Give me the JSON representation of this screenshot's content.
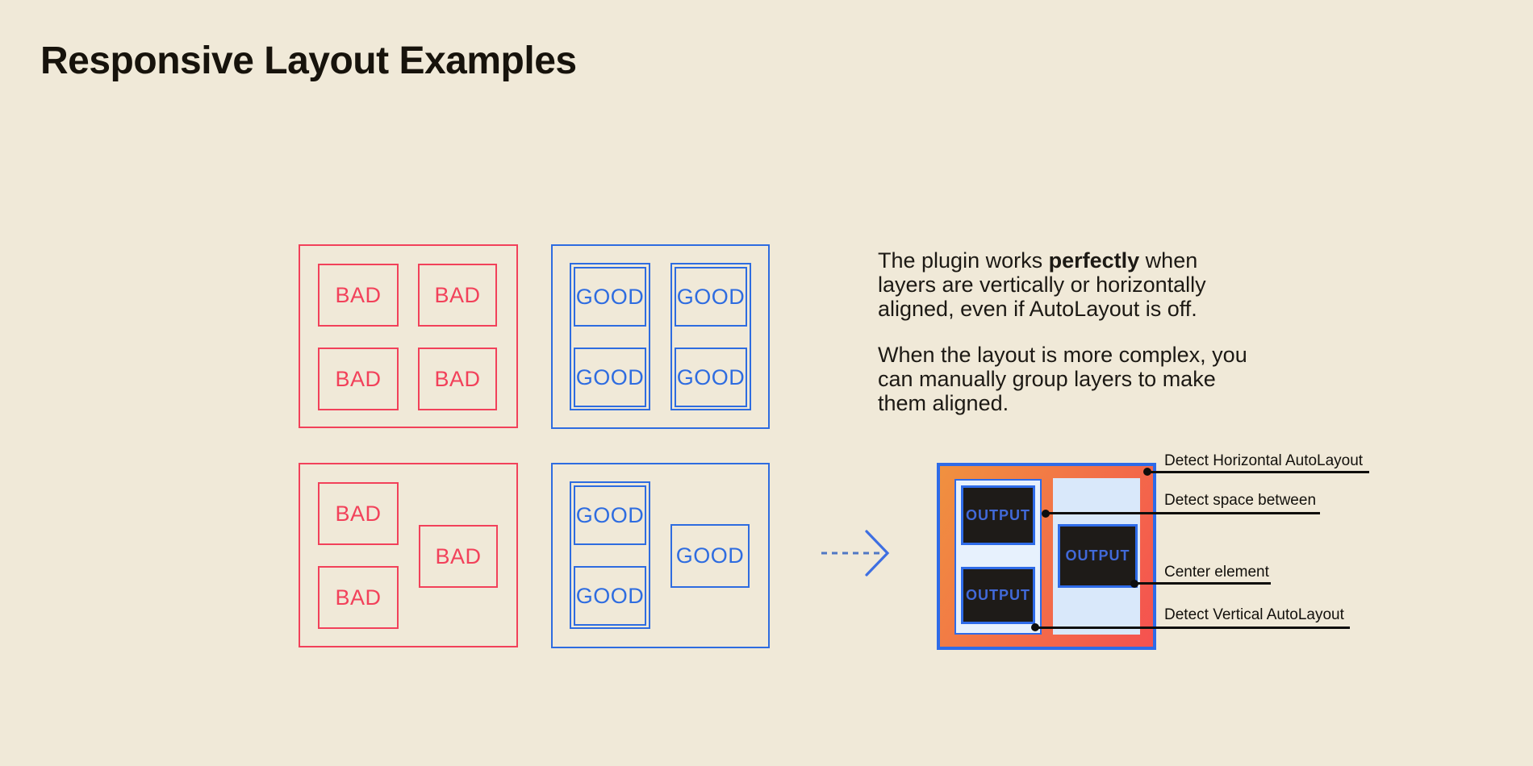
{
  "title": "Responsive Layout Examples",
  "labels": {
    "bad": "BAD",
    "good": "GOOD",
    "output": "OUTPUT"
  },
  "paragraph1": {
    "line1_pre": "The plugin works ",
    "line1_bold": "perfectly",
    "line1_post": " when",
    "line2": "layers are vertically or horizontally",
    "line3": "aligned, even if AutoLayout is off."
  },
  "paragraph2": {
    "line1": "When the layout is more complex, you",
    "line2": "can manually group layers to make",
    "line3": "them aligned."
  },
  "annotations": [
    {
      "label": "Detect Horizontal AutoLayout"
    },
    {
      "label": "Detect space between"
    },
    {
      "label": "Center element"
    },
    {
      "label": "Detect Vertical AutoLayout"
    }
  ],
  "colors": {
    "background": "#f0e9d8",
    "ink": "#17130c",
    "red": "#f2415a",
    "blue": "#2e6ce0",
    "frame_blue": "#2e6be8",
    "orange_start": "#f0913f",
    "coral_end": "#f55150",
    "light_blue": "#d9e8fa",
    "panel_light": "#e7f1fd",
    "dark_box": "#1e1b18",
    "output_text": "#4169d8",
    "line_black": "#0f0e0c",
    "arrow_dash": "#5077c4",
    "arrow_chevron": "#3e6fe2"
  }
}
